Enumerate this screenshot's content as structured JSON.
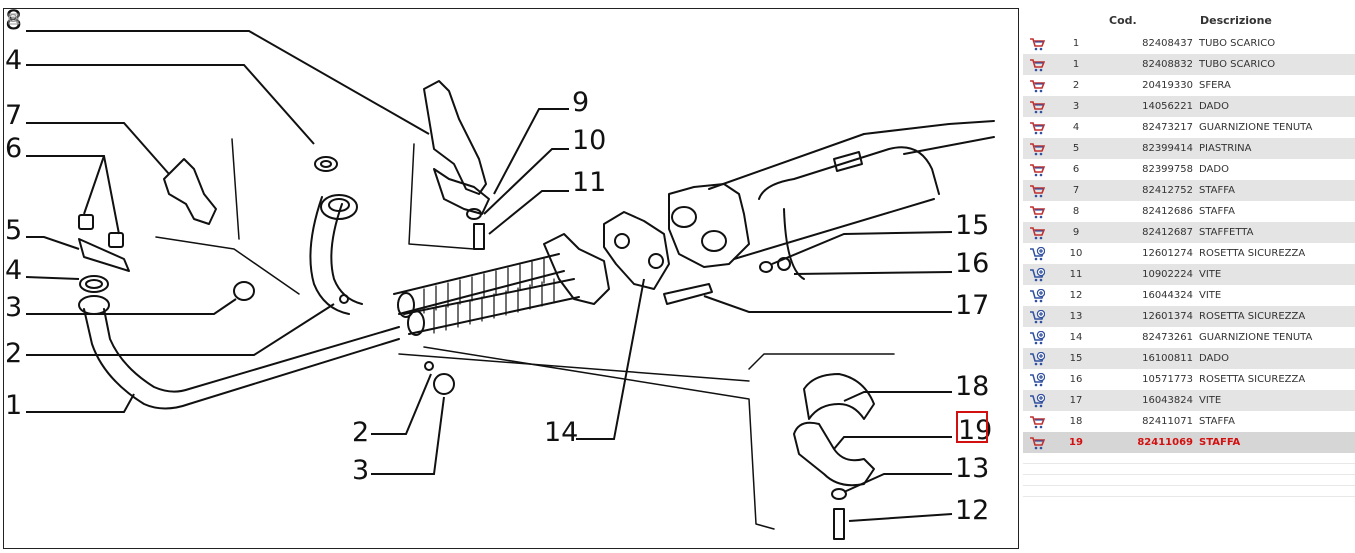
{
  "diagram": {
    "callouts": [
      "8",
      "4",
      "7",
      "6",
      "5",
      "4",
      "3",
      "2",
      "1",
      "9",
      "10",
      "11",
      "15",
      "16",
      "17",
      "14",
      "2",
      "3",
      "18",
      "19",
      "13",
      "12"
    ],
    "selected_callout": "19",
    "highlight_color": "#d21010",
    "tools": [
      "zoom-in-icon",
      "zoom-out-icon",
      "reset-icon"
    ]
  },
  "table": {
    "headers": {
      "code": "Cod.",
      "desc": "Descrizione"
    },
    "rows": [
      {
        "icon": "cart-icon",
        "pos": "1",
        "code": "82408437",
        "desc": "TUBO SCARICO"
      },
      {
        "icon": "cart-icon",
        "pos": "1",
        "code": "82408832",
        "desc": "TUBO SCARICO"
      },
      {
        "icon": "cart-icon",
        "pos": "2",
        "code": "20419330",
        "desc": "SFERA"
      },
      {
        "icon": "cart-icon",
        "pos": "3",
        "code": "14056221",
        "desc": "DADO"
      },
      {
        "icon": "cart-icon",
        "pos": "4",
        "code": "82473217",
        "desc": "GUARNIZIONE TENUTA"
      },
      {
        "icon": "cart-icon",
        "pos": "5",
        "code": "82399414",
        "desc": "PIASTRINA"
      },
      {
        "icon": "cart-icon",
        "pos": "6",
        "code": "82399758",
        "desc": "DADO"
      },
      {
        "icon": "cart-icon",
        "pos": "7",
        "code": "82412752",
        "desc": "STAFFA"
      },
      {
        "icon": "cart-icon",
        "pos": "8",
        "code": "82412686",
        "desc": "STAFFA"
      },
      {
        "icon": "cart-icon",
        "pos": "9",
        "code": "82412687",
        "desc": "STAFFETTA"
      },
      {
        "icon": "add-cart-icon",
        "pos": "10",
        "code": "12601274",
        "desc": "ROSETTA SICUREZZA"
      },
      {
        "icon": "add-cart-icon",
        "pos": "11",
        "code": "10902224",
        "desc": "VITE"
      },
      {
        "icon": "add-cart-icon",
        "pos": "12",
        "code": "16044324",
        "desc": "VITE"
      },
      {
        "icon": "add-cart-icon",
        "pos": "13",
        "code": "12601374",
        "desc": "ROSETTA SICUREZZA"
      },
      {
        "icon": "add-cart-icon",
        "pos": "14",
        "code": "82473261",
        "desc": "GUARNIZIONE TENUTA"
      },
      {
        "icon": "add-cart-icon",
        "pos": "15",
        "code": "16100811",
        "desc": "DADO"
      },
      {
        "icon": "add-cart-icon",
        "pos": "16",
        "code": "10571773",
        "desc": "ROSETTA SICUREZZA"
      },
      {
        "icon": "add-cart-icon",
        "pos": "17",
        "code": "16043824",
        "desc": "VITE"
      },
      {
        "icon": "cart-icon",
        "pos": "18",
        "code": "82411071",
        "desc": "STAFFA"
      },
      {
        "icon": "cart-icon",
        "pos": "19",
        "code": "82411069",
        "desc": "STAFFA",
        "selected": true
      }
    ]
  }
}
